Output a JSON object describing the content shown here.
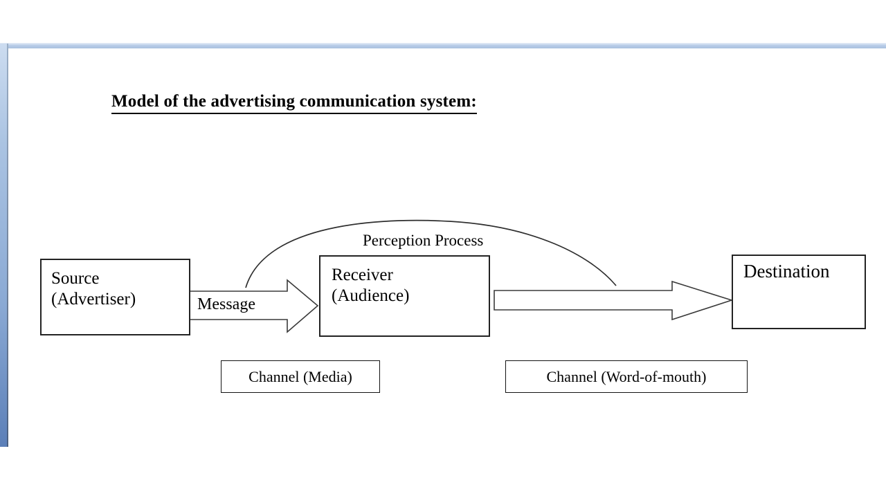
{
  "slide": {
    "title": "Model of the advertising  communication system:",
    "background_color": "#ffffff",
    "frame_color_light": "#aac3e2",
    "frame_color_dark": "#5b7fb8"
  },
  "diagram": {
    "type": "flow-diagram",
    "nodes": [
      {
        "id": "source",
        "label": "Source\n(Advertiser)"
      },
      {
        "id": "receiver",
        "label": "Receiver\n(Audience)"
      },
      {
        "id": "destination",
        "label": "Destination"
      }
    ],
    "channels": [
      {
        "id": "media",
        "label": "Channel (Media)"
      },
      {
        "id": "word-of-mouth",
        "label": "Channel (Word-of-mouth)"
      }
    ],
    "arrows": [
      {
        "id": "message",
        "label": "Message",
        "from": "source",
        "to": "receiver"
      },
      {
        "id": "feedback",
        "label": "",
        "from": "receiver",
        "to": "destination"
      }
    ],
    "arc": {
      "id": "perception",
      "label": "Perception Process"
    }
  }
}
